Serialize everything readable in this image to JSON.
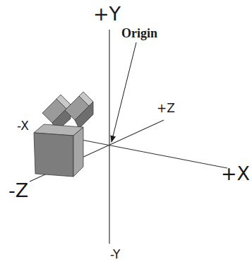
{
  "diagram": {
    "labels": [
      "+Y",
      "Origin",
      "+Z",
      "-X",
      "-Z",
      "+X",
      "-Y"
    ]
  }
}
